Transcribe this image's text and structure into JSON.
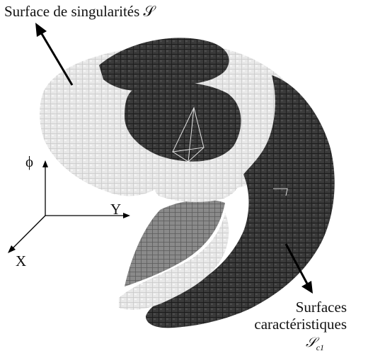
{
  "labels": {
    "singularity_surface": "Surface de singularités 𝒮",
    "characteristic_surfaces_line1": "Surfaces",
    "characteristic_surfaces_line2": "caractéristiques",
    "characteristic_surfaces_symbol": "𝒮",
    "characteristic_surfaces_subscript": "c1"
  },
  "axes": {
    "phi": "ϕ",
    "y": "Y",
    "x": "X"
  },
  "colors": {
    "light_voxel": "#e6e6e6",
    "dark_voxel": "#3a3a3a",
    "arrow": "#000000",
    "edge_line": "#ffffff"
  }
}
